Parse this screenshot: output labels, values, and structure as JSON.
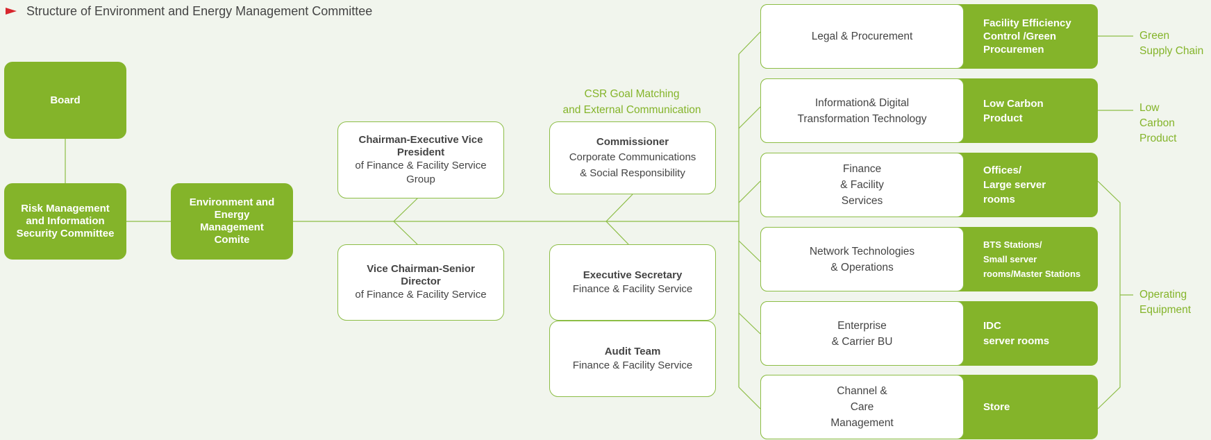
{
  "title": "Structure of Environment and Energy Management Committee",
  "board": "Board",
  "risk_committee": "Risk Management and Information Security Committee",
  "env_committee": "Environment and Energy Management Comite",
  "chairman": {
    "role": "Chairman-Executive Vice President",
    "unit": "of Finance & Facility Service Group"
  },
  "vice_chairman": {
    "role": "Vice Chairman-Senior Director",
    "unit": "of Finance & Facility Service"
  },
  "csr_note": "CSR Goal Matching\nand External Communication",
  "commissioner": {
    "role": "Commissioner",
    "unit": "Corporate Communications\n& Social Responsibility"
  },
  "exec_secretary": {
    "role": "Executive Secretary",
    "unit": "Finance & Facility Service"
  },
  "audit_team": {
    "role": "Audit Team",
    "unit": "Finance & Facility Service"
  },
  "departments": [
    {
      "name": "Legal & Procurement",
      "category": "Facility Efficiency\nControl /Green\nProcuremen"
    },
    {
      "name": "Information& Digital\nTransformation Technology",
      "category": "Low Carbon\nProduct"
    },
    {
      "name": "Finance\n& Facility\nServices",
      "category": "Offices/\nLarge server\nrooms"
    },
    {
      "name": "Network Technologies\n& Operations",
      "category": "BTS Stations/\nSmall server\nrooms/Master Stations"
    },
    {
      "name": "Enterprise\n& Carrier BU",
      "category": "IDC\nserver rooms"
    },
    {
      "name": "Channel &\nCare\nManagement",
      "category": "Store"
    }
  ],
  "side_labels": {
    "green_supply_chain": "Green\nSupply Chain",
    "low_carbon_product": "Low\nCarbon\nProduct",
    "operating_equipment": "Operating\nEquipment"
  }
}
